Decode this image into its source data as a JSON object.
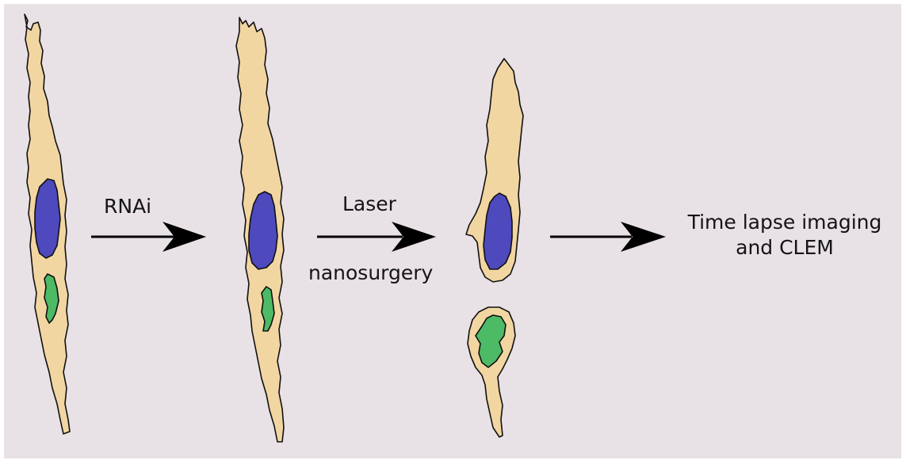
{
  "steps": {
    "step1_label": "RNAi",
    "step2_label_line1": "Laser",
    "step2_label_line2": "nanosurgery",
    "step3_label_line1": "Time lapse imaging",
    "step3_label_line2": "and CLEM"
  },
  "colors": {
    "background": "#e8e1e6",
    "cytoplasm": "#f2d6a2",
    "nucleus": "#4e49bd",
    "organelle": "#4dba66",
    "outline": "#111111"
  }
}
